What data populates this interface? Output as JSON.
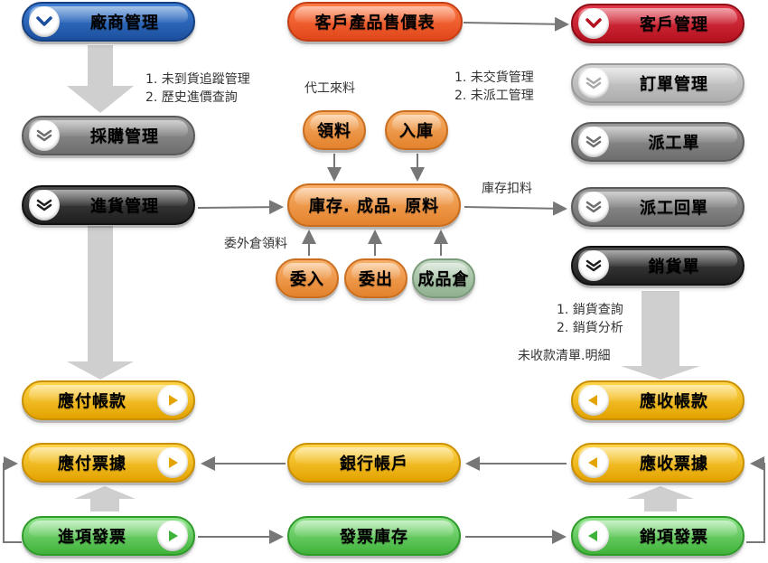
{
  "nodes": {
    "vendor_mgmt": "廠商管理",
    "customer_price": "客戶產品售價表",
    "customer_mgmt": "客戶管理",
    "order_mgmt": "訂單管理",
    "purchase_mgmt": "採購管理",
    "dispatch_order": "派工單",
    "receiving_mgmt": "進貨管理",
    "inventory": "庫存. 成品. 原料",
    "dispatch_return": "派工回單",
    "sales_order": "銷貨單",
    "material_pick": "領料",
    "stock_in": "入庫",
    "outsource_in": "委入",
    "outsource_out": "委出",
    "finished_warehouse": "成品倉",
    "payables": "應付帳款",
    "receivables": "應收帳款",
    "payable_notes": "應付票據",
    "bank_account": "銀行帳戶",
    "receivable_notes": "應收票據",
    "purchase_invoice": "進項發票",
    "invoice_stock": "發票庫存",
    "sales_invoice": "銷項發票"
  },
  "notes": {
    "vendor_notes": [
      "1. 未到貨追蹤管理",
      "2. 歷史進價查詢"
    ],
    "order_notes": [
      "1. 未交貨管理",
      "2. 未派工管理"
    ],
    "contract_material": "代工來料",
    "stock_deduction": "庫存扣料",
    "outsource_material": "委外倉領料",
    "sales_notes": [
      "1. 銷貨查詢",
      "2. 銷貨分析"
    ],
    "unpaid_list": "未收款清單.明細"
  },
  "colors": {
    "blue": "#1c4f9e",
    "orange": "#e0461a",
    "red": "#b4121f",
    "grey": "#6e6e6e",
    "black": "#1e1e1e",
    "amber": "#e3a300",
    "green": "#3fb23a"
  }
}
